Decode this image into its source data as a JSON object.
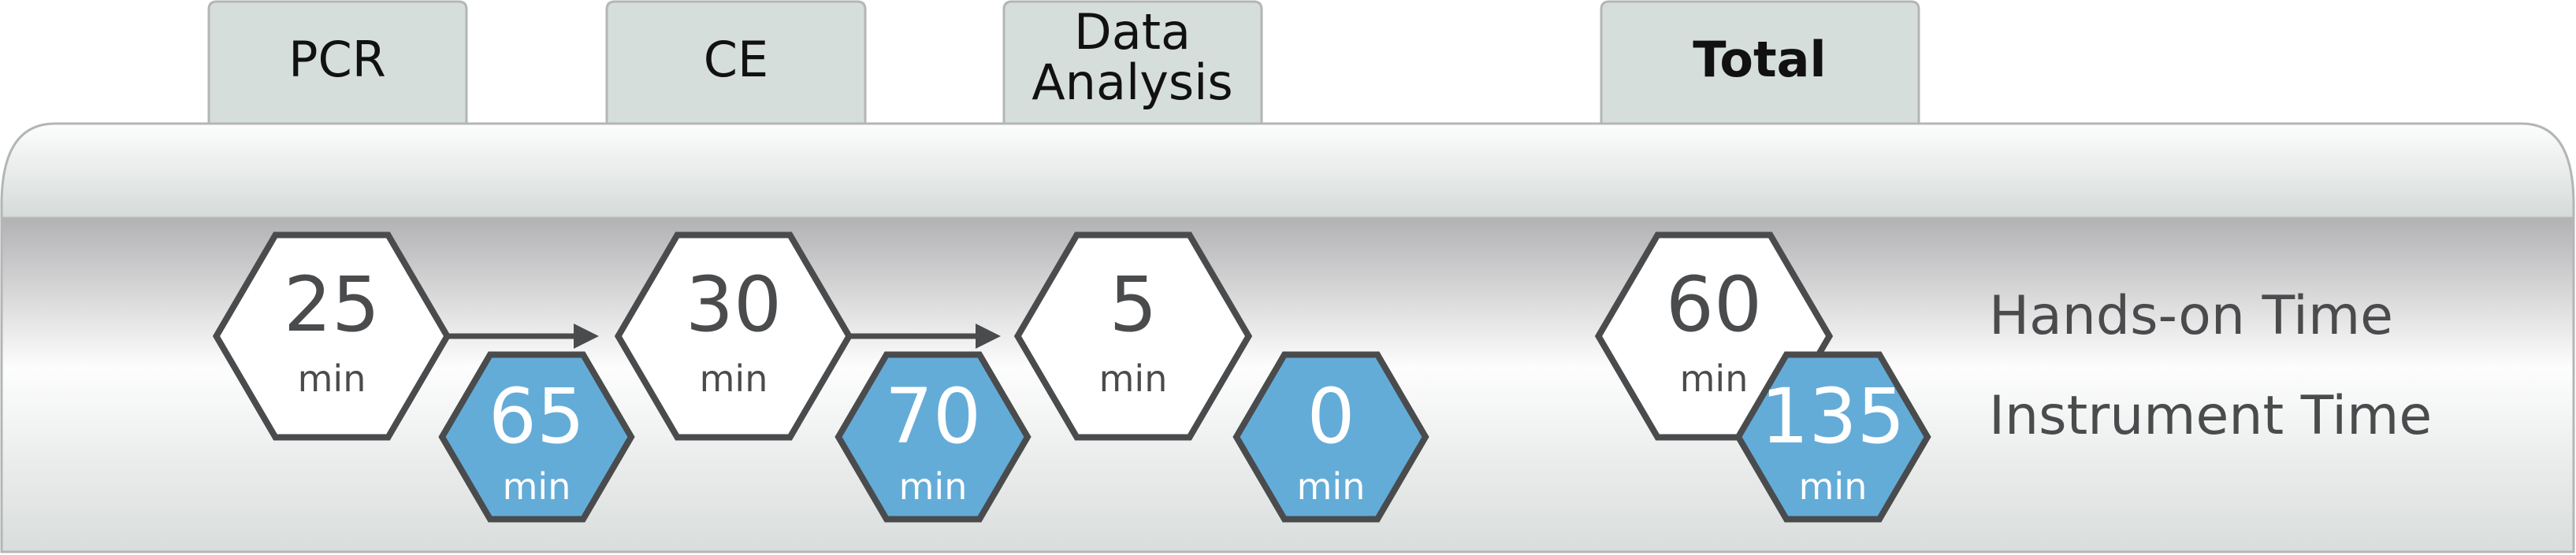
{
  "tabs": {
    "pcr": "PCR",
    "ce": "CE",
    "data_analysis_line1": "Data",
    "data_analysis_line2": "Analysis",
    "total": "Total"
  },
  "steps": [
    {
      "hands_on": "25",
      "instrument": "65",
      "unit": "min"
    },
    {
      "hands_on": "30",
      "instrument": "70",
      "unit": "min"
    },
    {
      "hands_on": "5",
      "instrument": "0",
      "unit": "min"
    }
  ],
  "total": {
    "hands_on": "60",
    "instrument": "135",
    "unit": "min"
  },
  "legend": {
    "hands_on": "Hands-on Time",
    "instrument": "Instrument Time"
  },
  "colors": {
    "hands_on_fill": "#ffffff",
    "instrument_fill": "#64acd8",
    "outline": "#4a4b4d",
    "tab_fill": "#d6dedb"
  }
}
